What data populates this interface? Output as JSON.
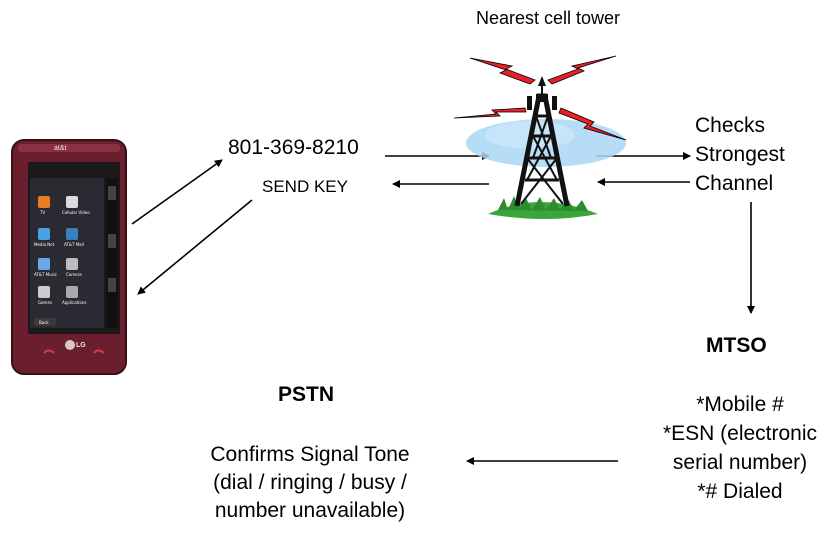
{
  "tower": {
    "title": "Nearest cell tower"
  },
  "phone_call": {
    "number": "801-369-8210",
    "send_key": "SEND KEY"
  },
  "channel_check": {
    "lines": [
      "Checks",
      "Strongest",
      "Channel"
    ]
  },
  "mtso": {
    "title": "MTSO",
    "items": [
      "*Mobile #",
      "*ESN (electronic",
      "serial number)",
      "*# Dialed"
    ]
  },
  "pstn": {
    "title": "PSTN",
    "lines": [
      "Confirms Signal Tone",
      "(dial / ringing / busy /",
      "number unavailable)"
    ]
  },
  "phone_device": {
    "carrier": "at&t",
    "maker": "LG",
    "apps": [
      "TV",
      "Cellular Video",
      "Media Net",
      "AT&T Mall",
      "AT&T Music",
      "Camera",
      "Games",
      "Applications"
    ],
    "back_label": "Back"
  },
  "colors": {
    "phone_body": "#6b1f2e",
    "screen": "#1a1a1a",
    "lightning": "#e8202a",
    "tower_metal": "#111111",
    "grass": "#3aa63a",
    "sky": "#a9d6f5"
  }
}
